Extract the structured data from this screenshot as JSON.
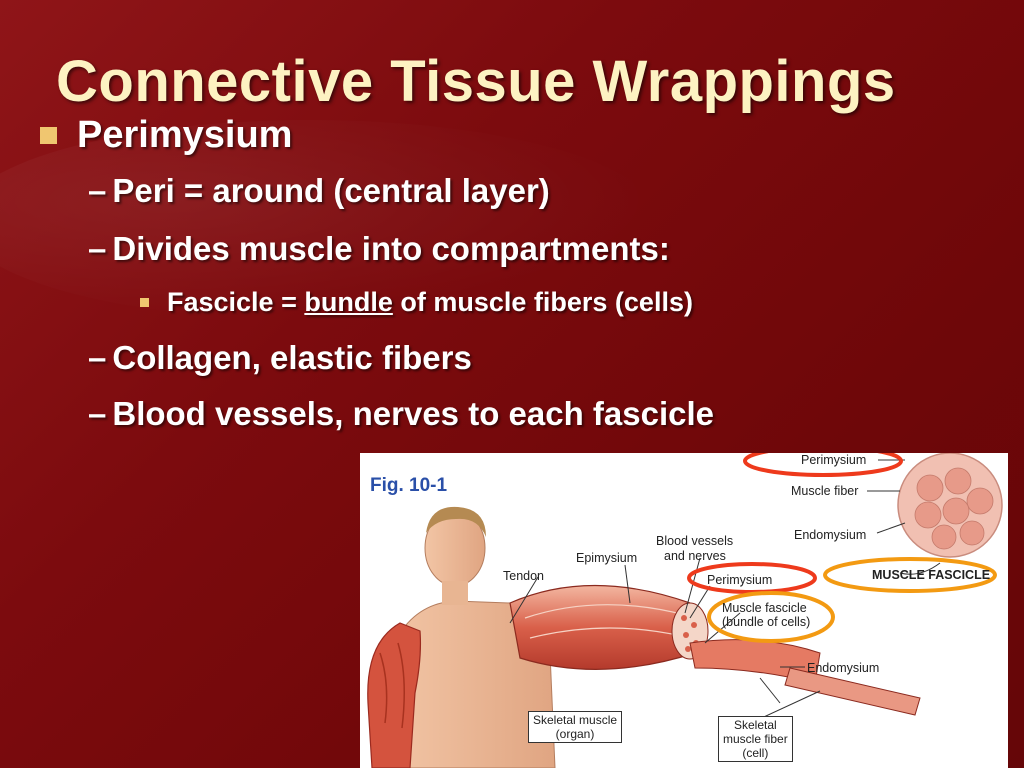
{
  "slide": {
    "title": "Connective Tissue Wrappings",
    "bullet": "Perimysium",
    "sub1": "Peri = around (central layer)",
    "sub2": "Divides muscle into compartments:",
    "sub2_detail_a": "Fascicle = ",
    "sub2_detail_u": "bundle",
    "sub2_detail_b": " of muscle fibers (cells)",
    "sub3": "Collagen, elastic fibers",
    "sub4": "Blood vessels, nerves to each fascicle",
    "dash": "–"
  },
  "figure": {
    "label": "Fig. 10-1",
    "labels": {
      "perimysium_top": "Perimysium",
      "muscle_fiber": "Muscle fiber",
      "endomysium_top": "Endomysium",
      "muscle_fascicle_caps": "MUSCLE FASCICLE",
      "blood_vessels_1": "Blood vessels",
      "blood_vessels_2": "and nerves",
      "epimysium": "Epimysium",
      "tendon": "Tendon",
      "perimysium_mid": "Perimysium",
      "fascicle_1": "Muscle fascicle",
      "fascicle_2": "(bundle of cells)",
      "endomysium_bottom": "Endomysium",
      "skeletal_muscle_1": "Skeletal muscle",
      "skeletal_muscle_2": "(organ)",
      "skeletal_fiber_1": "Skeletal",
      "skeletal_fiber_2": "muscle fiber",
      "skeletal_fiber_3": "(cell)"
    }
  },
  "colors": {
    "background": "#7a0a0c",
    "title": "#fdf2c2",
    "bullet_square": "#f0c670",
    "highlight_red": "#ee3a1c",
    "highlight_orange": "#f39a12",
    "fig_label": "#2a4fa8"
  }
}
